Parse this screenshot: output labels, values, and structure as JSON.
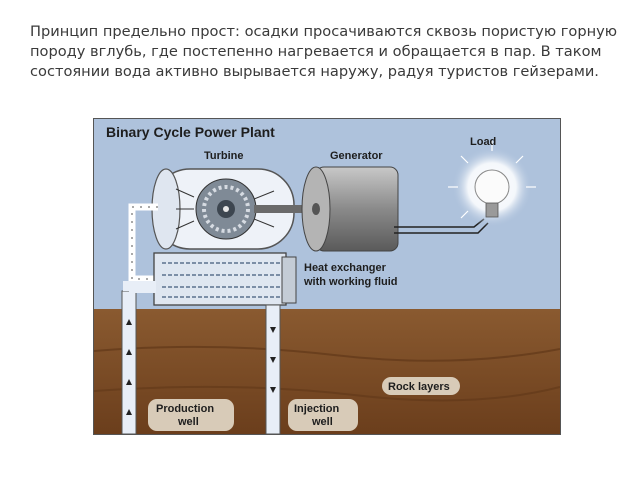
{
  "slide": {
    "paragraph": "Принцип предельно прост: осадки просачиваются сквозь пористую горную породу вглубь, где постепенно нагревается и обращается в пар. В таком состоянии вода активно вырывается наружу, радуя туристов гейзерами."
  },
  "diagram": {
    "title": "Binary Cycle Power Plant",
    "turbine": "Turbine",
    "generator": "Generator",
    "load": "Load",
    "heat_exchanger_line1": "Heat exchanger",
    "heat_exchanger_line2": "with working fluid",
    "rock_layers": "Rock layers",
    "production_well_line1": "Production",
    "production_well_line2": "well",
    "injection_well_line1": "Injection",
    "injection_well_line2": "well",
    "colors": {
      "sky": "#aec2dc",
      "ground": "#7a4a25",
      "pipe": "#e8eef7",
      "generator": "#8d8d8d"
    }
  }
}
